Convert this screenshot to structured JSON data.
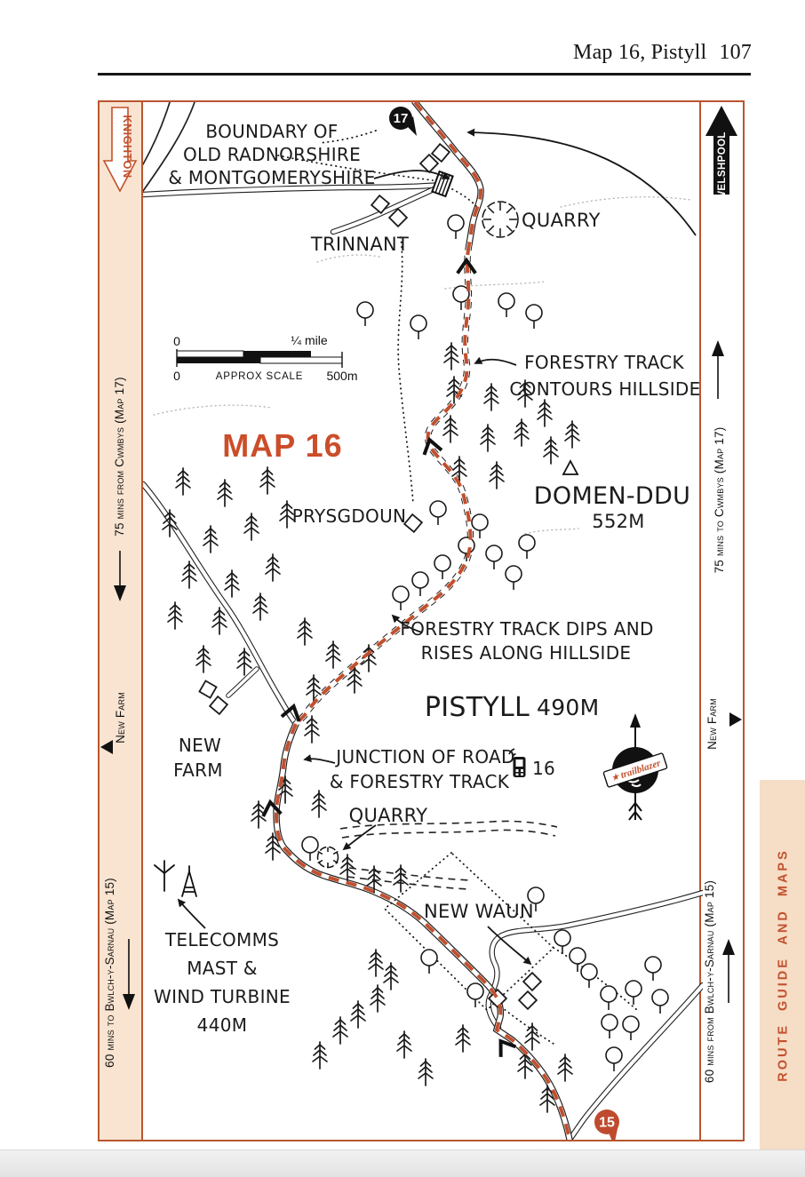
{
  "page": {
    "header_title": "Map 16, Pistyll",
    "page_number": "107",
    "section_tab": "ROUTE GUIDE AND MAPS"
  },
  "colors": {
    "accent": "#c2512d",
    "trail_dash": "#c1502e",
    "sidebar_cream": "#f9e4d1",
    "tab_cream": "#f6ddc6"
  },
  "sidebar_left": {
    "destination_arrow": "KNIGHTON",
    "time_from": "75 mins from Cwmbys (Map 17)",
    "poi": "New Farm",
    "time_to": "60 mins to Bwlch-y-Sarnau (Map 15)"
  },
  "sidebar_right": {
    "destination_arrow": "WELSHPOOL",
    "time_to": "75 mins to Cwmbys (Map 17)",
    "poi": "New Farm",
    "time_from": "60 mins from Bwlch-y-Sarnau (Map 15)"
  },
  "map": {
    "title": "MAP 16",
    "markers": {
      "top": "17",
      "bottom": "15",
      "phone_point": "16"
    },
    "scale": {
      "mile_zero": "0",
      "mile_label": "¼ mile",
      "metre_zero": "0",
      "caption": "APPROX SCALE",
      "metre_label": "500m"
    },
    "labels": {
      "boundary": [
        "BOUNDARY OF",
        "OLD RADNORSHIRE",
        "& MONTGOMERYSHIRE"
      ],
      "trinnant": "TRINNANT",
      "quarry_top": "QUARRY",
      "forestry_contours": [
        "FORESTRY TRACK",
        "CONTOURS HILLSIDE"
      ],
      "domen_ddu": "DOMEN-DDU",
      "domen_ddu_height": "552M",
      "prysgdoun": "PRYSGDOUN",
      "forestry_dips": [
        "FORESTRY TRACK DIPS AND",
        "RISES ALONG HILLSIDE"
      ],
      "pistyll": "PISTYLL",
      "pistyll_height": "490M",
      "new_farm": [
        "NEW",
        "FARM"
      ],
      "junction": [
        "JUNCTION OF ROAD",
        "& FORESTRY TRACK"
      ],
      "quarry_bottom": "QUARRY",
      "new_waun": "NEW WAUN",
      "telecomms": [
        "TELECOMMS",
        "MAST &",
        "WIND TURBINE",
        "440M"
      ]
    },
    "logo": {
      "star": "★",
      "brand": "trailblazer"
    }
  }
}
